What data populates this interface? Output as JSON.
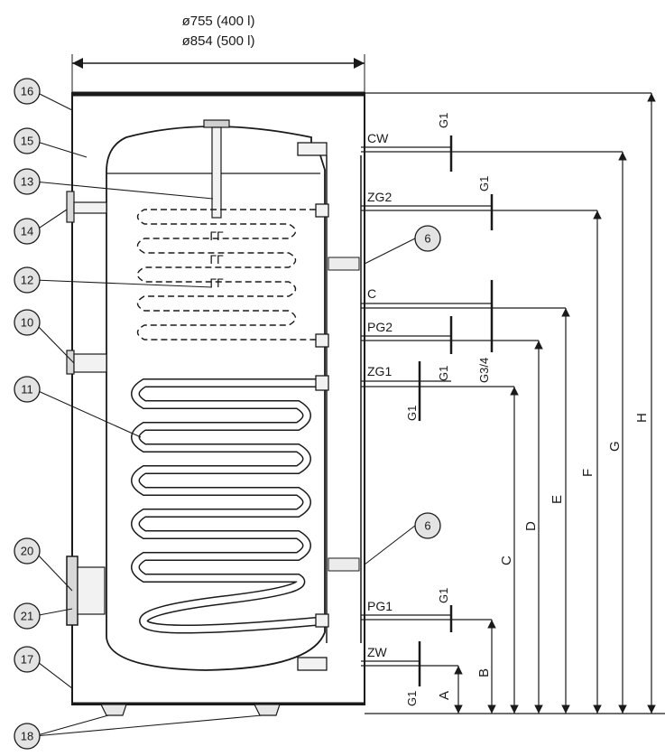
{
  "header": {
    "dim_400": "ø755 (400 l)",
    "dim_500": "ø854 (500 l)"
  },
  "callouts": {
    "c16": "16",
    "c15": "15",
    "c13": "13",
    "c14": "14",
    "c12": "12",
    "c10": "10",
    "c11": "11",
    "c20": "20",
    "c21": "21",
    "c17": "17",
    "c18": "18",
    "c6_top": "6",
    "c6_bottom": "6"
  },
  "connections": {
    "cw": "CW",
    "zg2": "ZG2",
    "c": "C",
    "pg2": "PG2",
    "zg1": "ZG1",
    "pg1": "PG1",
    "zw": "ZW"
  },
  "threads": {
    "cw": "G1",
    "zg2": "G1",
    "pg2": "G1",
    "c": "G3/4",
    "zg1": "G1",
    "pg1": "G1",
    "zw": "G1"
  },
  "dimensions": {
    "a": "A",
    "b": "B",
    "c": "C",
    "d": "D",
    "e": "E",
    "f": "F",
    "g": "G",
    "h": "H"
  },
  "coil_labels": [
    "ГГ",
    "ГГ",
    "ГГ"
  ]
}
